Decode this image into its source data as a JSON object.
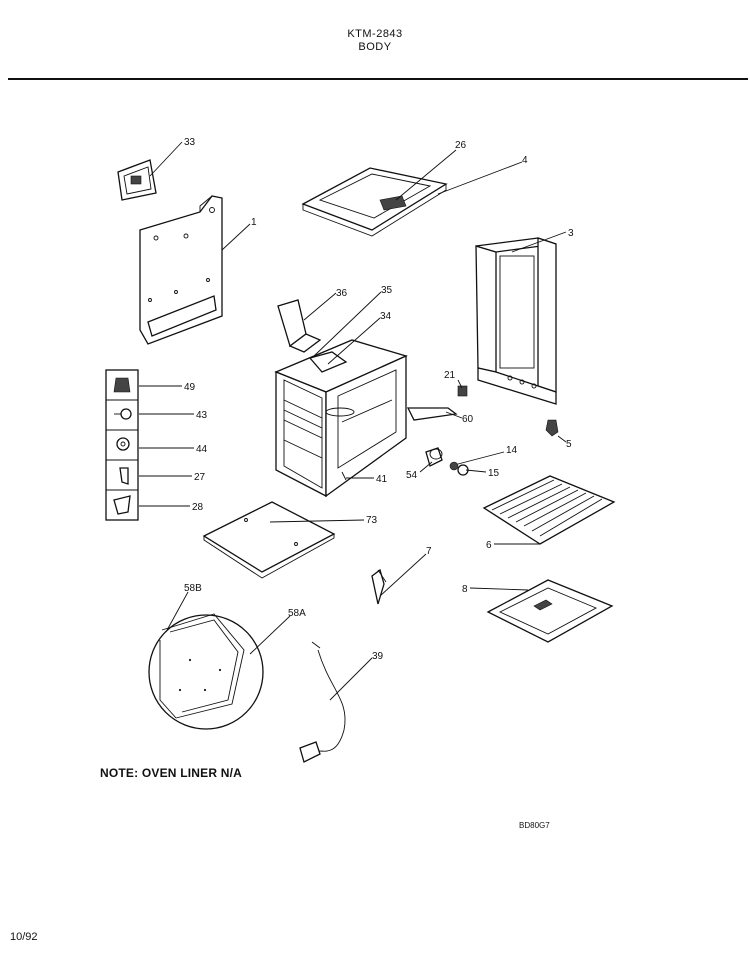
{
  "header": {
    "model": "KTM-2843",
    "section": "BODY"
  },
  "note": "NOTE: OVEN LINER N/A",
  "drawing_code": "BD80G7",
  "date": "10/92",
  "part_labels": {
    "p33": "33",
    "p26": "26",
    "p4": "4",
    "p1": "1",
    "p3": "3",
    "p36": "36",
    "p35": "35",
    "p34": "34",
    "p21": "21",
    "p60": "60",
    "p49": "49",
    "p43": "43",
    "p44": "44",
    "p27": "27",
    "p28": "28",
    "p5": "5",
    "p14": "14",
    "p15": "15",
    "p54": "54",
    "p41": "41",
    "p73": "73",
    "p6": "6",
    "p7": "7",
    "p8": "8",
    "p58B": "58B",
    "p58A": "58A",
    "p39": "39"
  }
}
